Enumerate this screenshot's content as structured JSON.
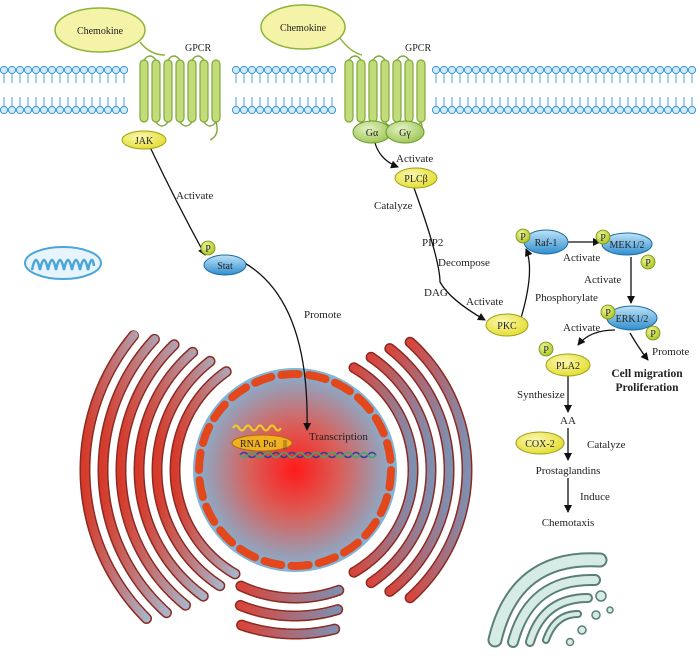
{
  "labels": {
    "chemokine_left": "Chemokine",
    "chemokine_right": "Chemokine",
    "gpcr_left": "GPCR",
    "gpcr_right": "GPCR",
    "jak": "JAK",
    "activate_jak_stat": "Activate",
    "stat": "Stat",
    "promote_stat": "Promote",
    "transcription": "Transcription",
    "rna_pol": "RNA Pol",
    "g_alpha": "Gα",
    "g_gamma": "Gγ",
    "activate_g_plc": "Activate",
    "plcb": "PLCβ",
    "catalyze_plc": "Catalyze",
    "pip2": "PIP2",
    "decompose": "Decompose",
    "dag": "DAG",
    "activate_dag_pkc": "Activate",
    "pkc": "PKC",
    "phosphorylate": "Phosphorylate",
    "raf1": "Raf-1",
    "activate_raf_mek": "Activate",
    "mek": "MEK1/2",
    "activate_mek_erk": "Activate",
    "erk": "ERK1/2",
    "activate_erk_pla2": "Activate",
    "promote_erk": "Promote",
    "cell_migration": "Cell migration",
    "proliferation": "Proliferation",
    "pla2": "PLA2",
    "synthesize": "Synthesize",
    "aa": "AA",
    "cox2": "COX-2",
    "catalyze_cox": "Catalyze",
    "prostaglandins": "Prostaglandins",
    "induce": "Induce",
    "chemotaxis": "Chemotaxis",
    "p": "P"
  }
}
